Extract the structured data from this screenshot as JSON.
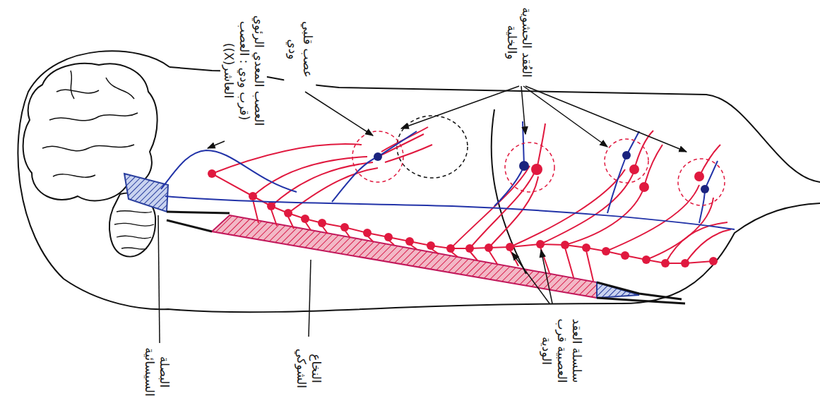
{
  "diagram": {
    "labels": [
      "العصب المعدي الرئوي (قرب ودي : العصب العاشر(X))",
      "عصب قلبي ودي",
      "العُقد الحشوية والخلية",
      "البصلة السيسائية",
      "النخاع الشوكي",
      "سلسلة العقد العصبية قرب الودية"
    ]
  }
}
